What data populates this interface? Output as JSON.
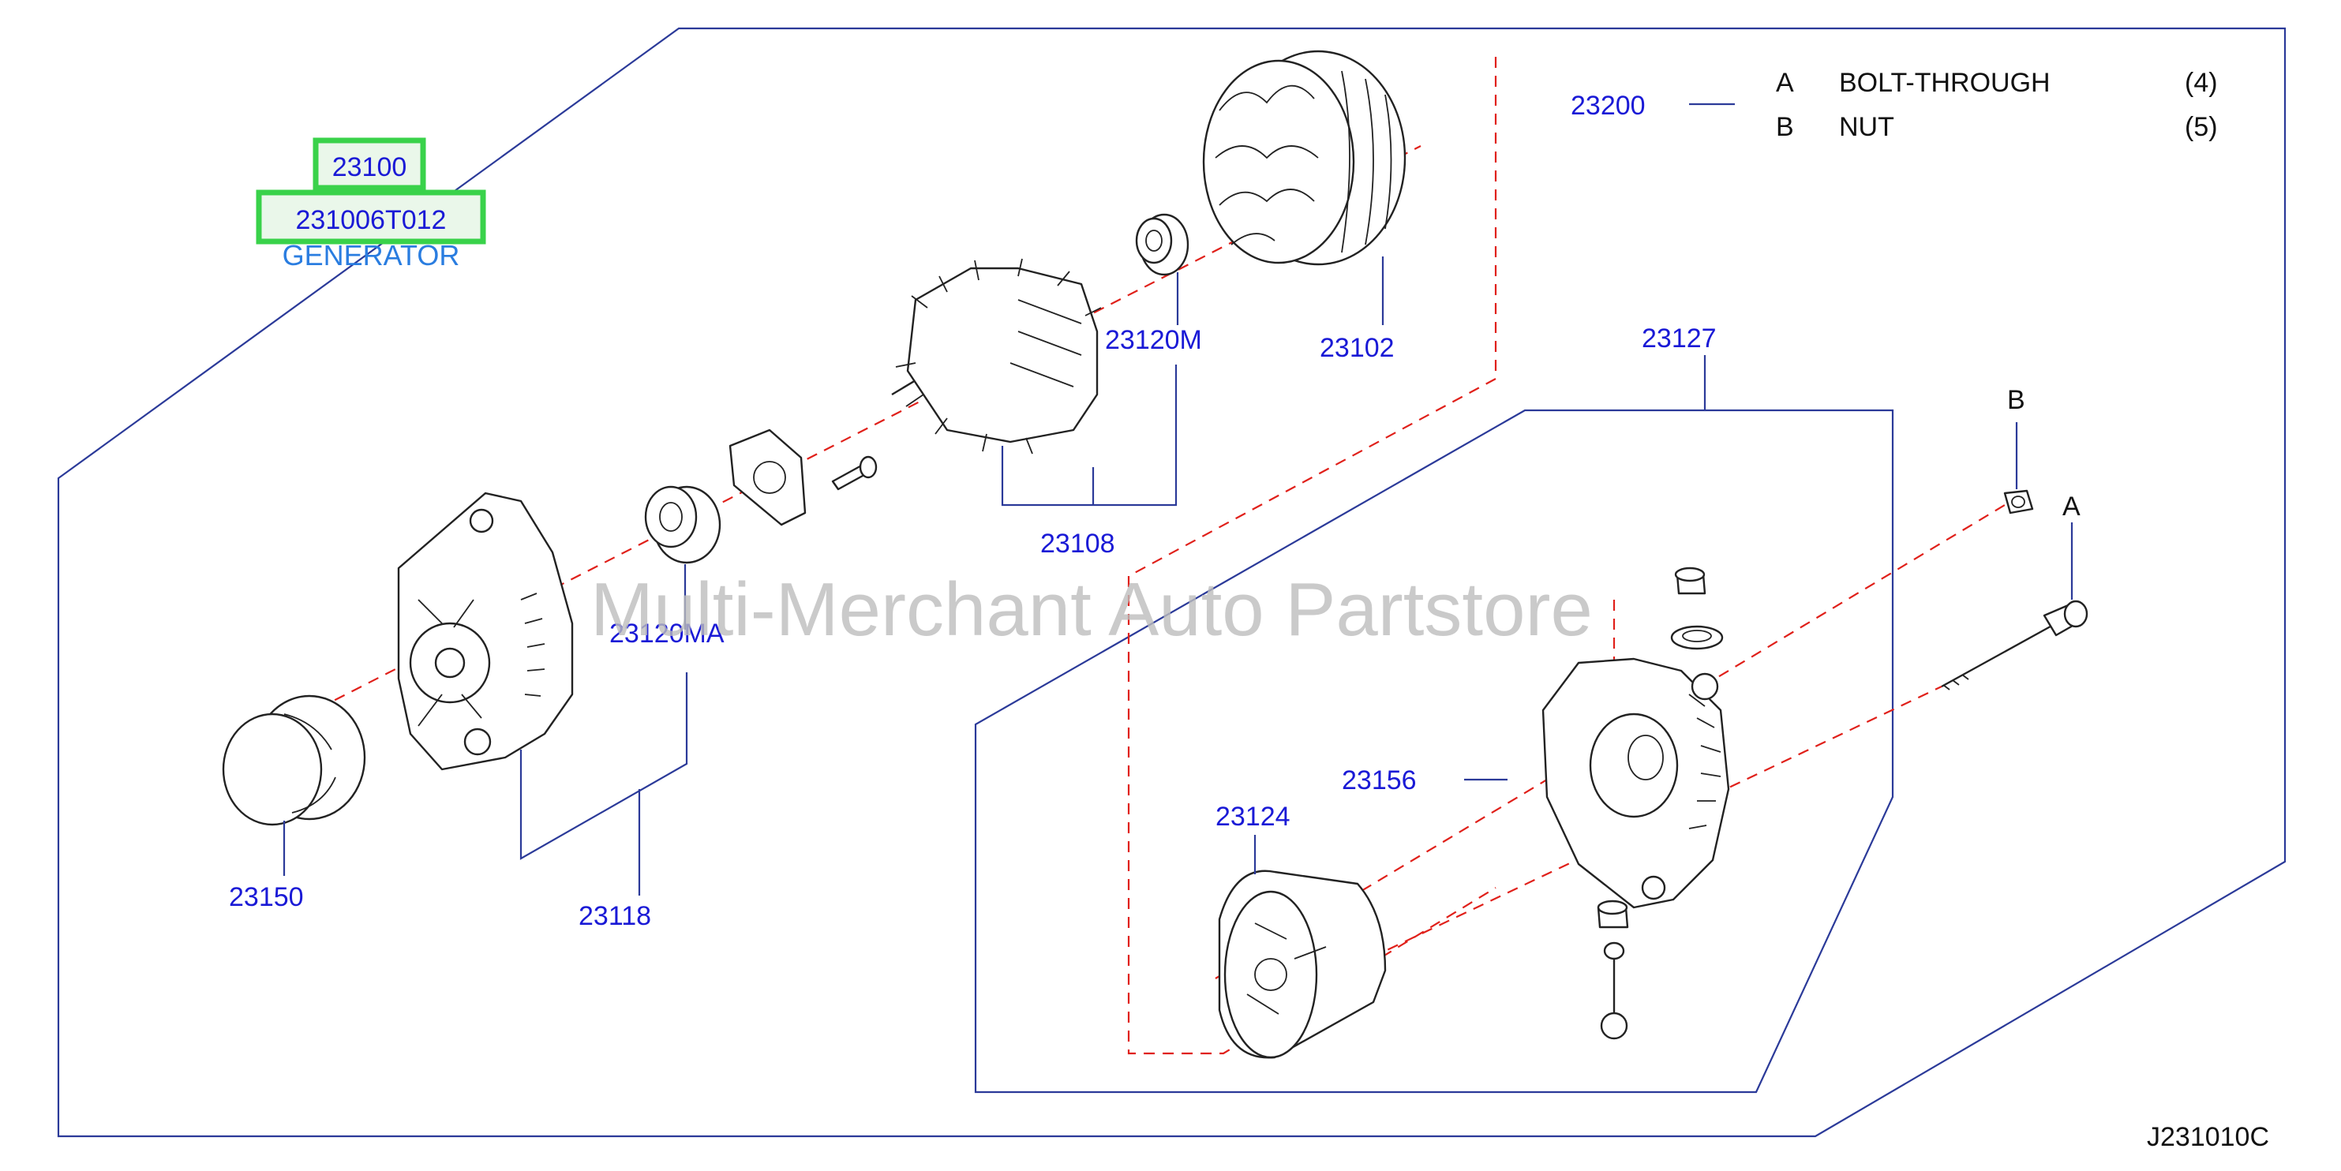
{
  "assembly": {
    "part_number": "23100",
    "oem_number": "231006T012",
    "name": "GENERATOR"
  },
  "legend": {
    "group_number": "23200",
    "items": [
      {
        "letter": "A",
        "name": "BOLT-THROUGH",
        "qty": "(4)"
      },
      {
        "letter": "B",
        "name": "NUT",
        "qty": "(5)"
      }
    ]
  },
  "callouts": {
    "c23102": "23102",
    "c23120M": "23120M",
    "c23108": "23108",
    "c23127": "23127",
    "c23120MA": "23120MA",
    "c23118": "23118",
    "c23150": "23150",
    "c23124": "23124",
    "c23156": "23156",
    "ref_b": "B",
    "ref_a": "A"
  },
  "watermark": "Multi-Merchant Auto Partstore",
  "diagram_code": "J231010C",
  "colors": {
    "callout": "#1a1ad6",
    "generator_text": "#2a7de0",
    "highlight": "#39d24a",
    "leader": "#2b3a99",
    "centerline": "#e0201a"
  }
}
